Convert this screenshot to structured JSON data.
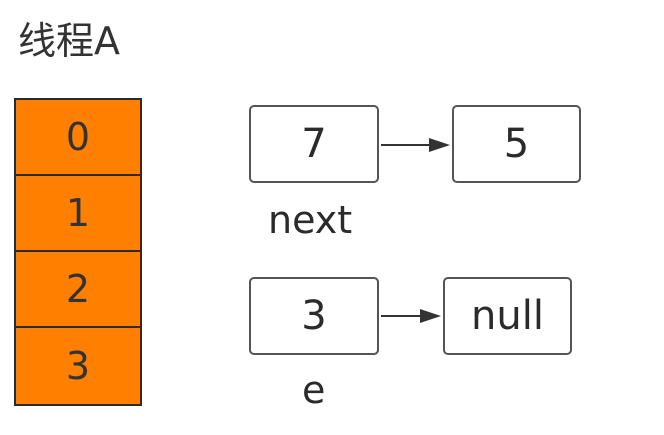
{
  "title": "线程A",
  "array": {
    "cells": [
      "0",
      "1",
      "2",
      "3"
    ],
    "fill_color": "#ff7f00"
  },
  "list_next": {
    "label": "next",
    "nodes": [
      "7",
      "5"
    ]
  },
  "list_e": {
    "label": "e",
    "nodes": [
      "3",
      "null"
    ]
  }
}
